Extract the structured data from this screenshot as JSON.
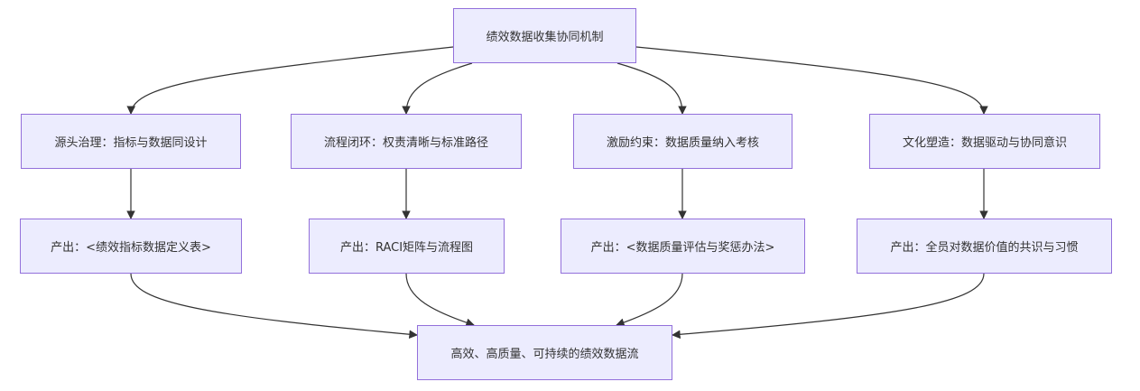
{
  "diagram": {
    "root": "绩效数据收集协同机制",
    "pillars": [
      "源头治理：指标与数据同设计",
      "流程闭环：权责清晰与标准路径",
      "激励约束：数据质量纳入考核",
      "文化塑造：数据驱动与协同意识"
    ],
    "outputs": [
      "产出：<绩效指标数据定义表>",
      "产出：RACI矩阵与流程图",
      "产出：<数据质量评估与奖惩办法>",
      "产出：全员对数据价值的共识与习惯"
    ],
    "result": "高效、高质量、可持续的绩效数据流"
  }
}
